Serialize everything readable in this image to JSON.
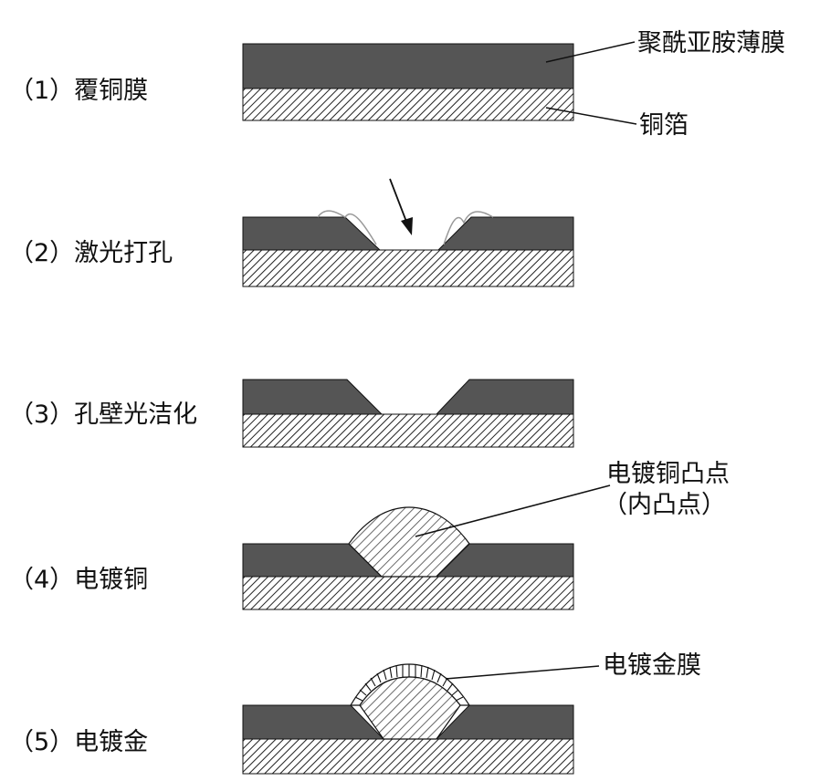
{
  "steps": [
    {
      "label": "（1）覆铜膜"
    },
    {
      "label": "（2）激光打孔"
    },
    {
      "label": "（3）孔壁光洁化"
    },
    {
      "label": "（4）电镀铜"
    },
    {
      "label": "（5）电镀金"
    }
  ],
  "callouts": {
    "polyimide_film": "聚酰亚胺薄膜",
    "copper_foil": "铜箔",
    "copper_bump_line1": "电镀铜凸点",
    "copper_bump_line2": "（内凸点）",
    "gold_film": "电镀金膜"
  },
  "colors": {
    "polyimide": "#555555",
    "copper_hatch": "#222222",
    "bump_hatch": "#444444",
    "line": "#111111"
  }
}
